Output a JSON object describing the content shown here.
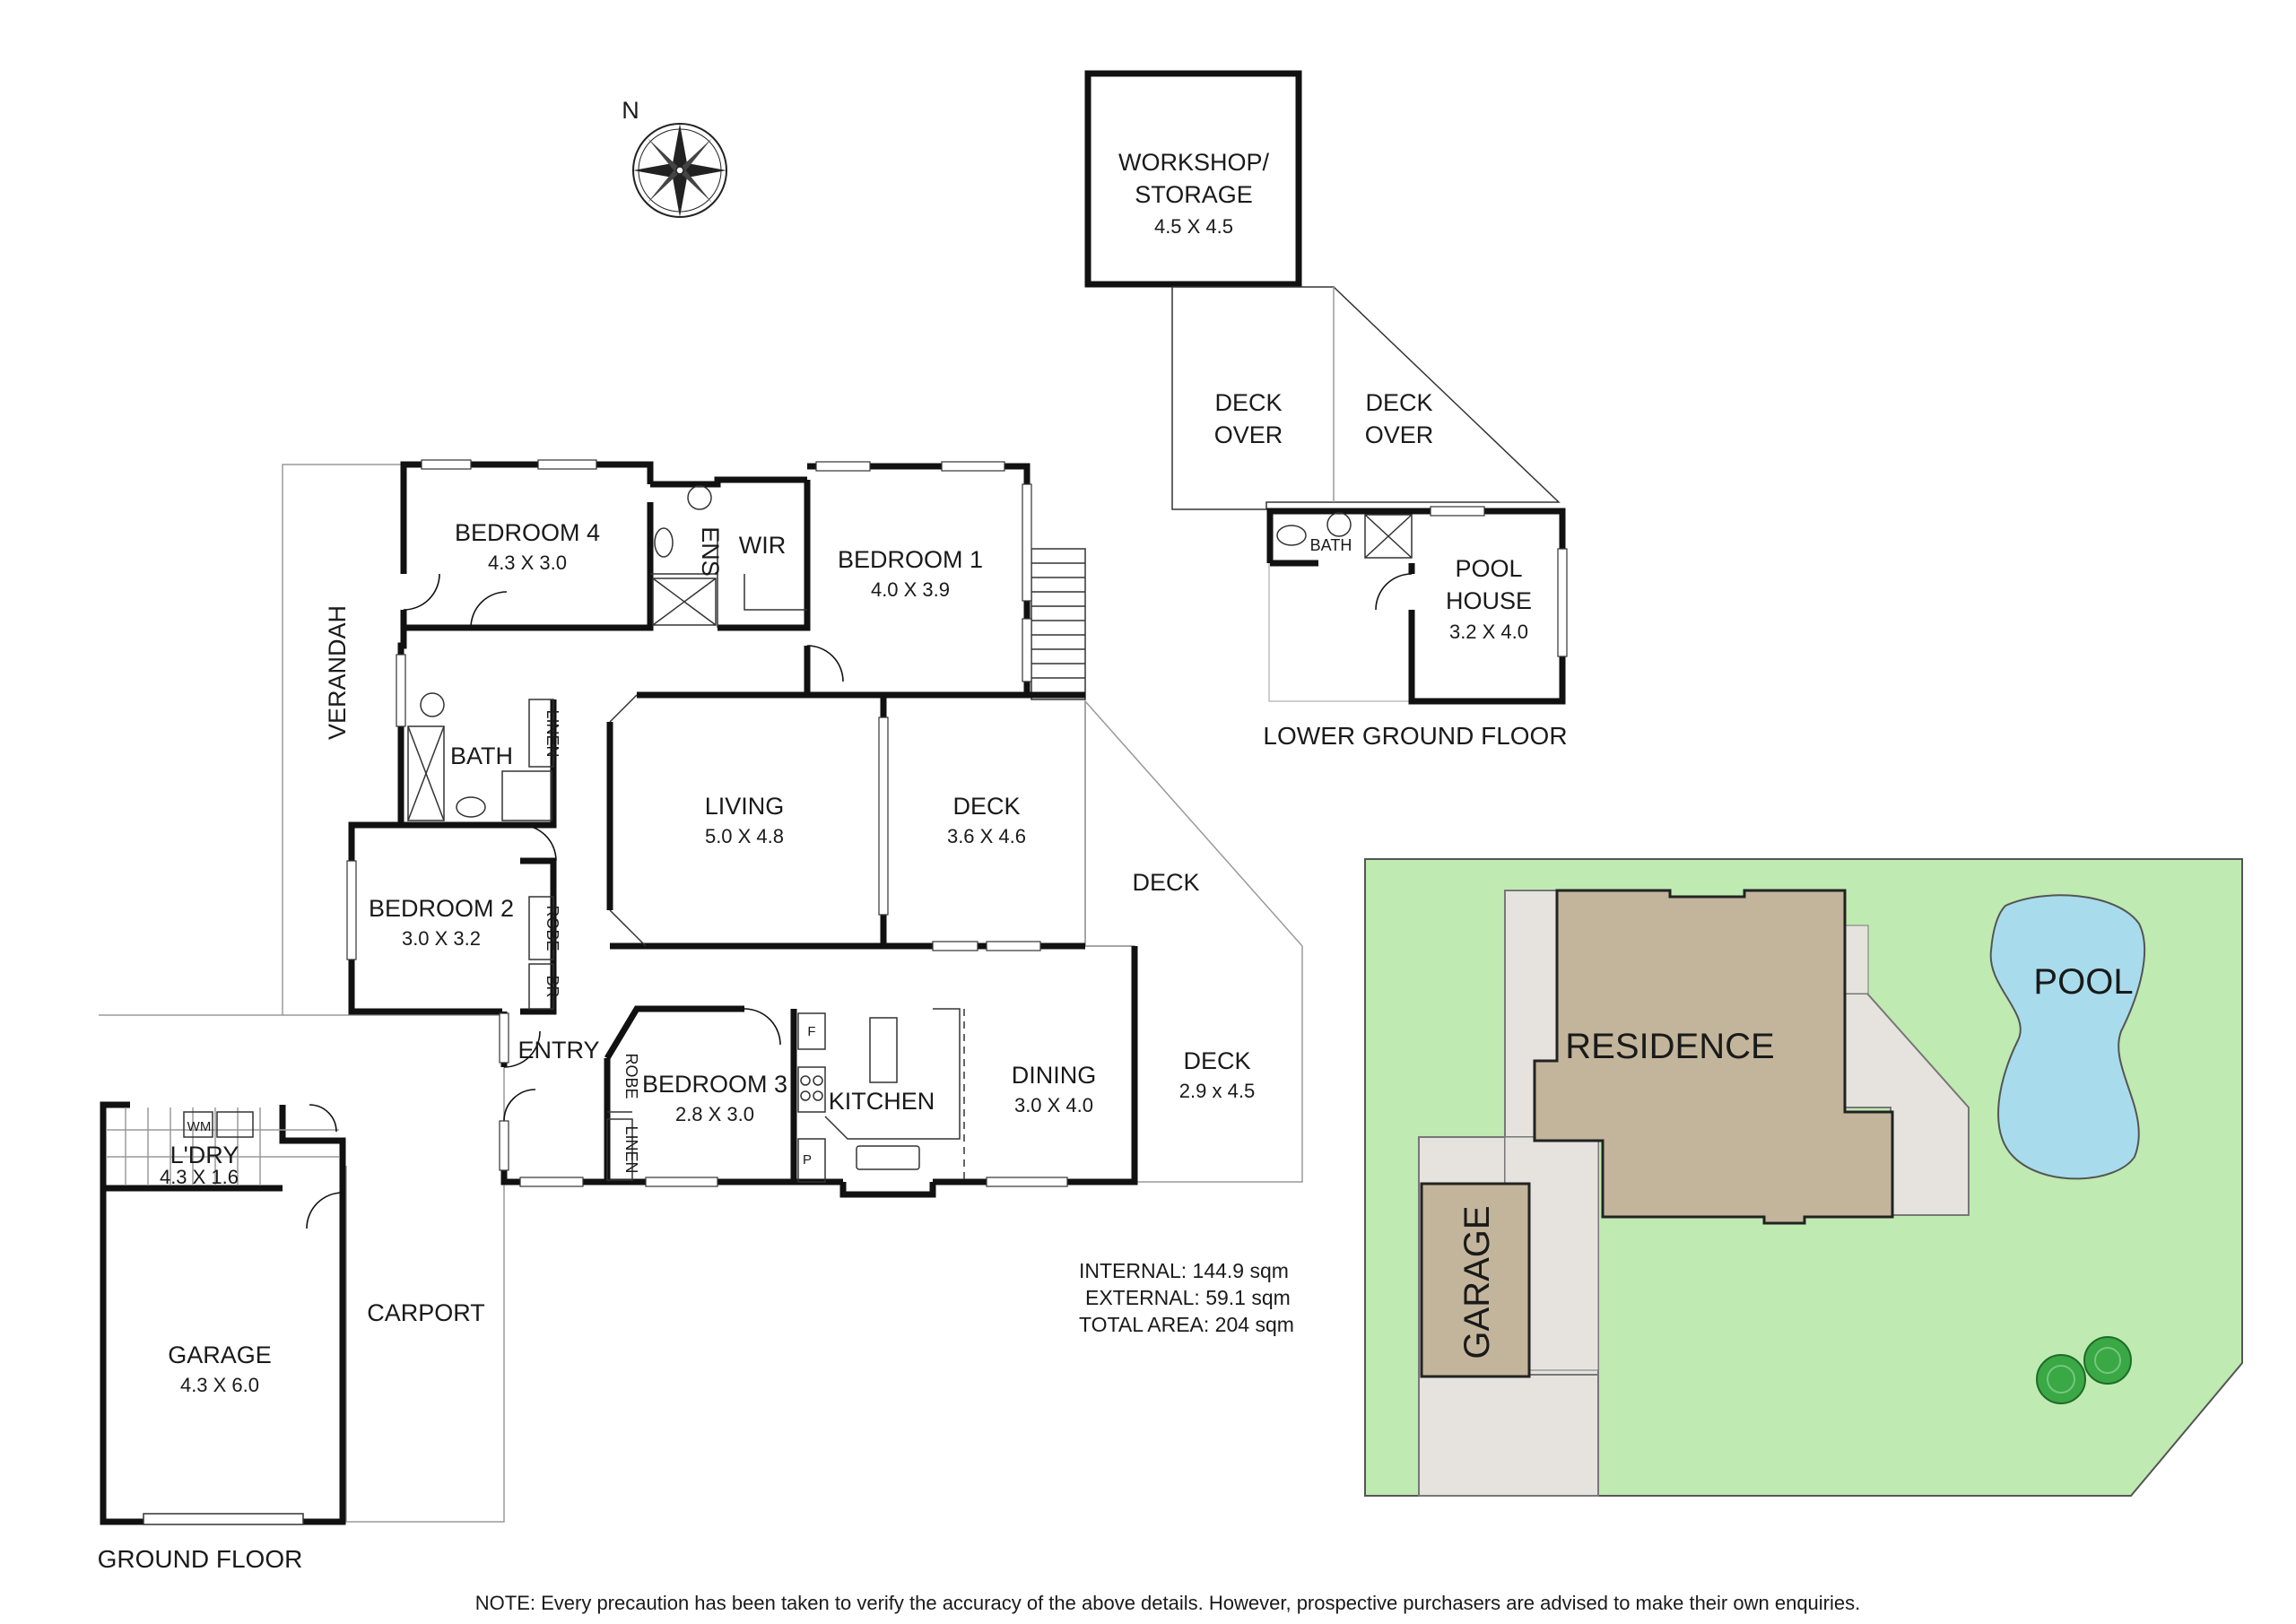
{
  "compass": {
    "label": "N",
    "icon": "compass-rose-icon"
  },
  "ground_floor": {
    "title": "GROUND FLOOR",
    "rooms": {
      "bedroom4": {
        "name": "BEDROOM 4",
        "size": "4.3 X 3.0"
      },
      "ens": {
        "name": "ENS"
      },
      "wir": {
        "name": "WIR"
      },
      "bedroom1": {
        "name": "BEDROOM 1",
        "size": "4.0 X 3.9"
      },
      "verandah": {
        "name": "VERANDAH"
      },
      "bath": {
        "name": "BATH"
      },
      "linen1": {
        "name": "LINEN"
      },
      "living": {
        "name": "LIVING",
        "size": "5.0 X 4.8"
      },
      "deck1": {
        "name": "DECK",
        "size": "3.6 X 4.6"
      },
      "deck2": {
        "name": "DECK"
      },
      "bedroom2": {
        "name": "BEDROOM 2",
        "size": "3.0 X 3.2"
      },
      "robe1": {
        "name": "ROBE"
      },
      "br": {
        "name": "BR"
      },
      "entry": {
        "name": "ENTRY"
      },
      "robe2": {
        "name": "ROBE"
      },
      "linen2": {
        "name": "LINEN"
      },
      "bedroom3": {
        "name": "BEDROOM 3",
        "size": "2.8 X 3.0"
      },
      "kitchen": {
        "name": "KITCHEN",
        "f": "F",
        "p": "P"
      },
      "dining": {
        "name": "DINING",
        "size": "3.0 X 4.0"
      },
      "deck3": {
        "name": "DECK",
        "size": "2.9 x 4.5"
      },
      "laundry": {
        "name": "L'DRY",
        "size": "4.3 X 1.6",
        "wm": "WM"
      },
      "garage": {
        "name": "GARAGE",
        "size": "4.3 X 6.0"
      },
      "carport": {
        "name": "CARPORT"
      }
    }
  },
  "lower_ground_floor": {
    "title": "LOWER GROUND FLOOR",
    "rooms": {
      "workshop": {
        "name_line1": "WORKSHOP/",
        "name_line2": "STORAGE",
        "size": "4.5 X 4.5"
      },
      "deck_over1": {
        "line1": "DECK",
        "line2": "OVER"
      },
      "deck_over2": {
        "line1": "DECK",
        "line2": "OVER"
      },
      "bath": {
        "name": "BATH"
      },
      "pool_house": {
        "line1": "POOL",
        "line2": "HOUSE",
        "size": "3.2 X 4.0"
      }
    }
  },
  "areas": {
    "internal": "INTERNAL: 144.9 sqm",
    "external": "EXTERNAL: 59.1 sqm",
    "total": "TOTAL AREA: 204 sqm"
  },
  "site_plan": {
    "residence": "RESIDENCE",
    "pool": "POOL",
    "garage": "GARAGE",
    "colors": {
      "lawn": "#bfeab1",
      "residence": "#c3b59b",
      "paving": "#e6e3df",
      "pool": "#a8dcec",
      "tree": "#3aa845"
    }
  },
  "note": "NOTE: Every precaution has been taken to verify the accuracy of the above details. However, prospective purchasers are advised to make their own enquiries."
}
